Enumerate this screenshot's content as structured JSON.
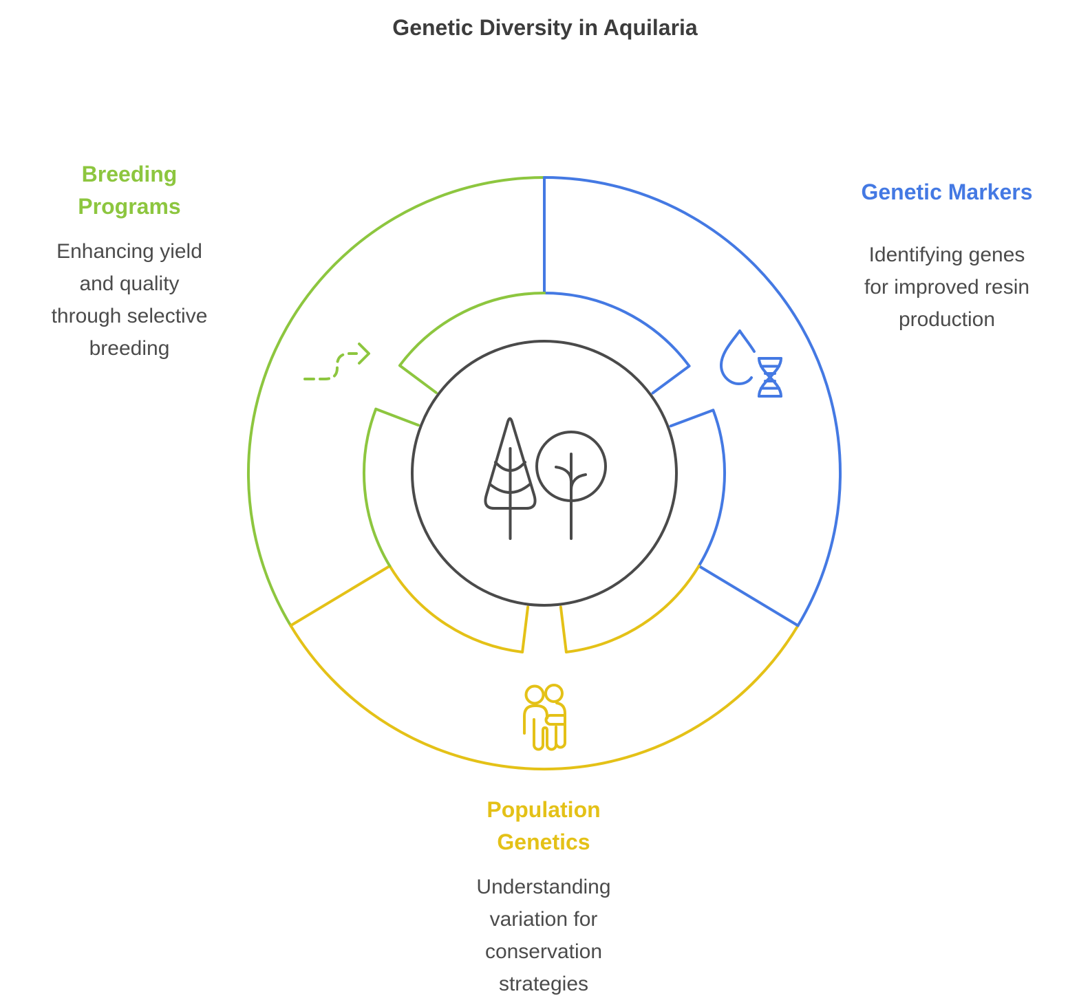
{
  "title": "Genetic Diversity in Aquilaria",
  "colors": {
    "green": "#8DC63F",
    "blue": "#4479E3",
    "yellow": "#E4C117",
    "dark": "#4A4A4A"
  },
  "segments": [
    {
      "id": "breeding-programs",
      "label": "Breeding\nPrograms",
      "description": "Enhancing yield\nand quality\nthrough selective\nbreeding",
      "color": "#8DC63F",
      "icon": "dashed-route-arrow-icon",
      "position": "left"
    },
    {
      "id": "genetic-markers",
      "label": "Genetic Markers",
      "description": "Identifying genes\nfor improved resin\nproduction",
      "color": "#4479E3",
      "icon": "resin-droplet-dna-icon",
      "position": "right"
    },
    {
      "id": "population-genetics",
      "label": "Population\nGenetics",
      "description": "Understanding\nvariation for\nconservation\nstrategies",
      "color": "#E4C117",
      "icon": "two-people-icon",
      "position": "bottom"
    }
  ],
  "center": {
    "icon": "forest-trees-icon"
  }
}
